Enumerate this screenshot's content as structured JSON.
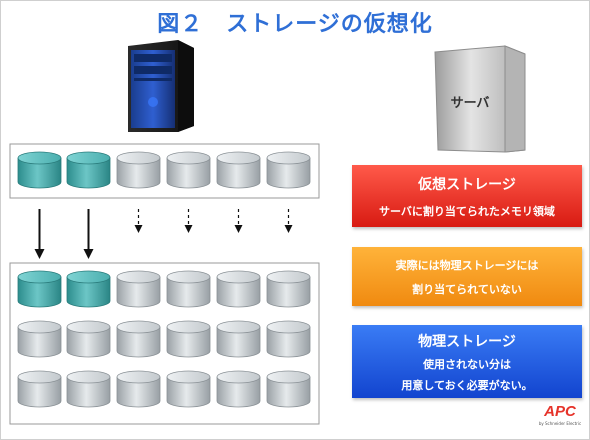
{
  "title": "図２　ストレージの仮想化",
  "server_label": "サーバ",
  "virtual_box": {
    "title": "仮想ストレージ",
    "line": "サーバに割り当てられたメモリ領域",
    "color": "#e8271c"
  },
  "unallocated_box": {
    "line1": "実際には物理ストレージには",
    "line2": "割り当てられていない",
    "color": "#f5961e"
  },
  "physical_box": {
    "title": "物理ストレージ",
    "line1": "使用されない分は",
    "line2": "用意しておく必要がない。",
    "color": "#1f55dd"
  },
  "logo": {
    "text": "APC",
    "sub": "by Schneider Electric"
  },
  "colors": {
    "allocated_disk": "#3fa3a3",
    "unallocated_disk": "#bfc5c9",
    "title": "#2f6fd6"
  },
  "virtual_row": {
    "allocated": 2,
    "total": 6
  },
  "physical_grid": {
    "rows": 3,
    "cols": 6,
    "allocated_in_first_row": 2
  },
  "icons": {
    "tower": "tower-server-icon",
    "appliance": "appliance-server-icon",
    "arrow_solid": "arrow-down-solid-icon",
    "arrow_dashed": "arrow-down-dashed-icon",
    "disk": "disk-cylinder-icon"
  }
}
